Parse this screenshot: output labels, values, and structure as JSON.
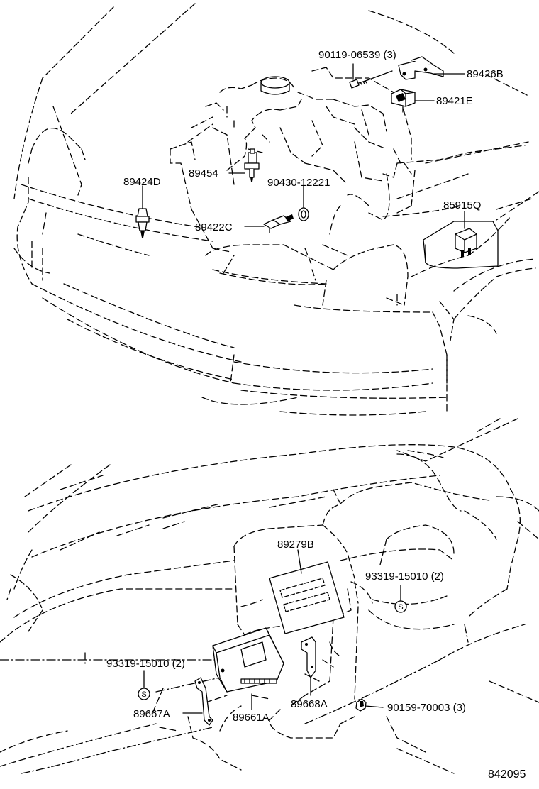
{
  "labels": {
    "bolt_90119": "90119-06539 (3)",
    "bracket_89426b": "89426B",
    "relay_89421e": "89421E",
    "sensor_89454": "89454",
    "washer_90430": "90430-12221",
    "sensor_89424d": "89424D",
    "sensor_89422c": "89422C",
    "relay_85915q": "85915Q",
    "module_89279b": "89279B",
    "nut_93319_right": "93319-15010 (2)",
    "nut_93319_left": "93319-15010 (2)",
    "bracket_89667a": "89667A",
    "computer_89661a": "89661A",
    "bracket_89668a": "89668A",
    "screw_90159": "90159-70003 (3)",
    "diagram_number": "842095"
  },
  "symbols": {
    "s_mark": "S"
  }
}
